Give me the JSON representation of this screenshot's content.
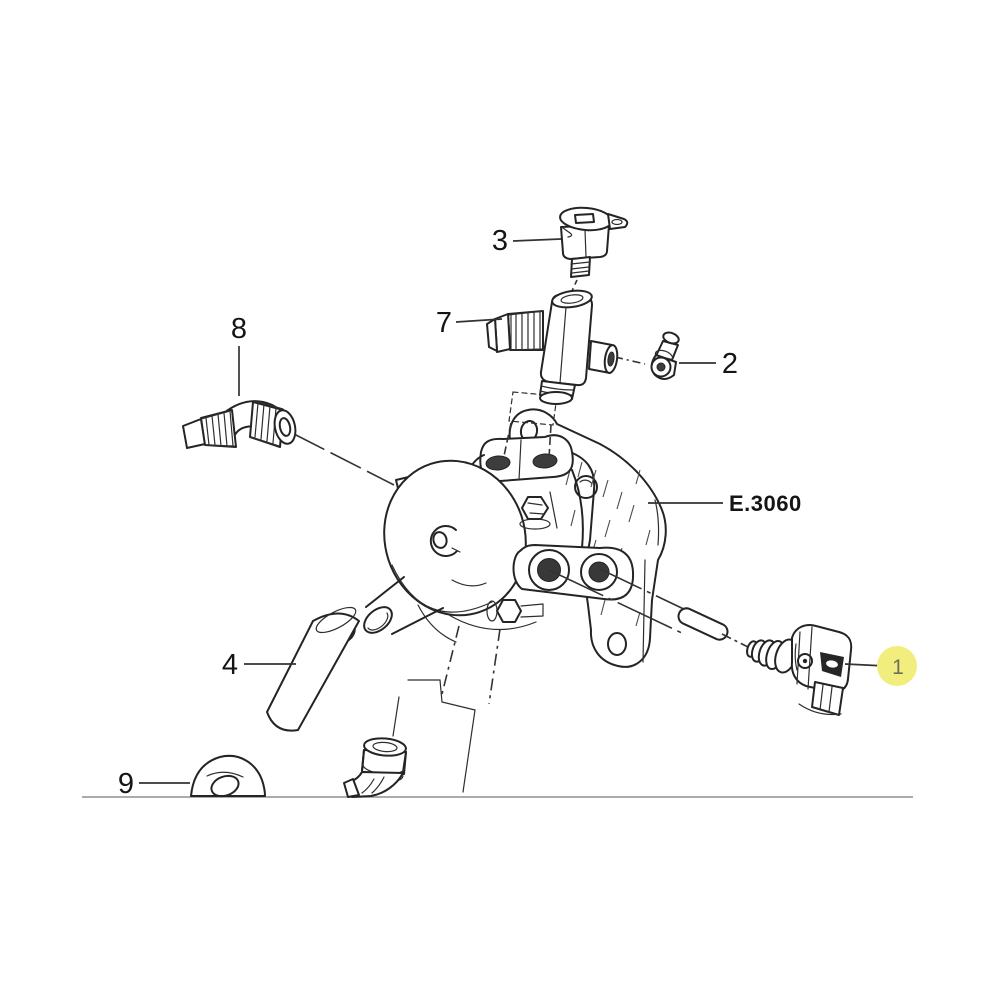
{
  "diagram": {
    "background_color": "#ffffff",
    "stroke_color": "#242424",
    "ground_line_color": "#8f8f8f",
    "reference_label": "E.3060",
    "highlight": {
      "fill_color": "#f1ee7d",
      "text_color": "#70705a"
    },
    "callouts": {
      "n1": "1",
      "n2": "2",
      "n3": "3",
      "n4": "4",
      "n7": "7",
      "n8": "8",
      "n9": "9"
    }
  }
}
